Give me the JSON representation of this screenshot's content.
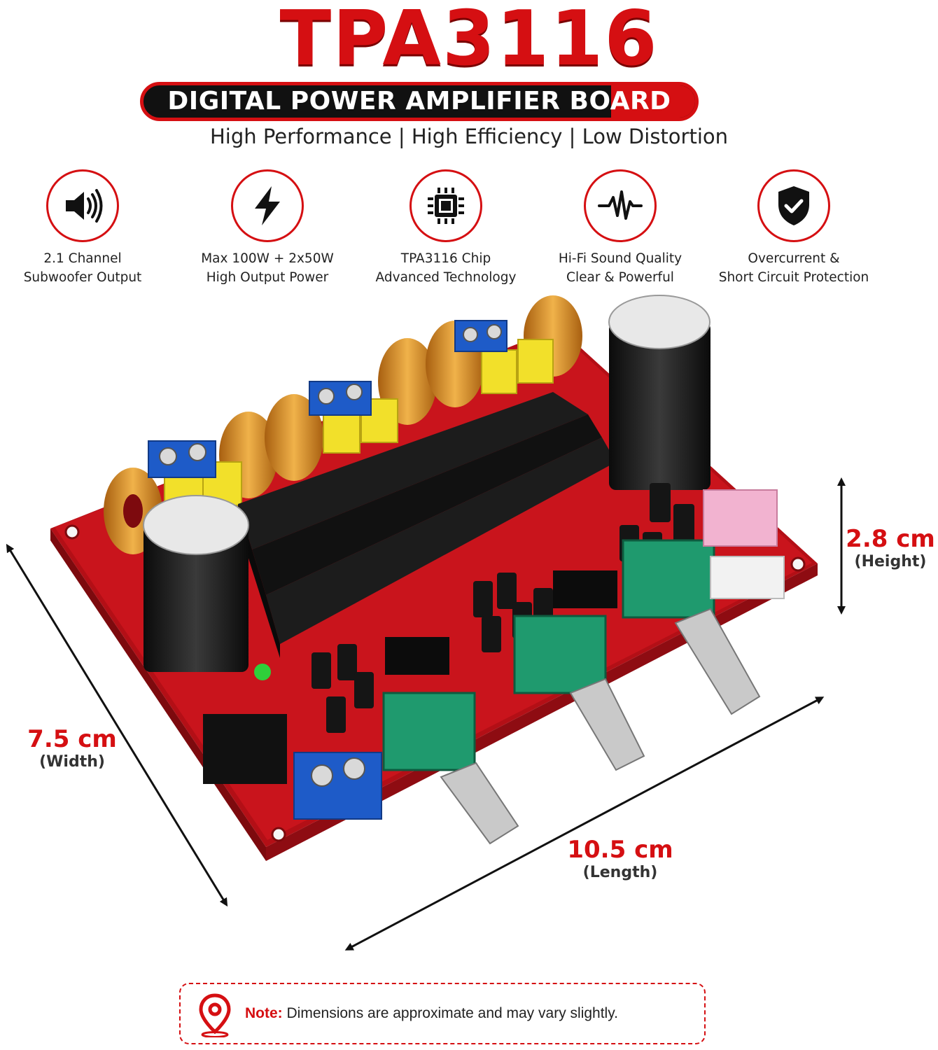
{
  "header": {
    "title": "TPA3116",
    "subtitle": "DIGITAL POWER AMPLIFIER BOARD",
    "tagline": "High Performance | High Efficiency | Low Distortion"
  },
  "features": [
    {
      "icon": "speaker-icon",
      "line1": "2.1 Channel",
      "line2": "Subwoofer Output"
    },
    {
      "icon": "lightning-bolt-icon",
      "line1": "Max 100W + 2x50W",
      "line2": "High Output Power"
    },
    {
      "icon": "chip-icon",
      "line1": "TPA3116 Chip",
      "line2": "Advanced Technology"
    },
    {
      "icon": "waveform-icon",
      "line1": "Hi-Fi Sound Quality",
      "line2": "Clear & Powerful"
    },
    {
      "icon": "shield-check-icon",
      "line1": "Overcurrent &",
      "line2": "Short Circuit Protection"
    }
  ],
  "dimensions": {
    "height": {
      "value": "2.8 cm",
      "caption": "(Height)"
    },
    "width": {
      "value": "7.5 cm",
      "caption": "(Width)"
    },
    "length": {
      "value": "10.5 cm",
      "caption": "(Length)"
    }
  },
  "note": {
    "label": "Note:",
    "text": "Dimensions are approximate and may vary slightly."
  },
  "colors": {
    "accent": "#d50f12",
    "board": "#c8141b",
    "heatsink": "#1a1a1a",
    "knob_housing": "#1f9a6e",
    "terminal": "#1e5bc8",
    "capacitor_film": "#f2e02a",
    "coil": "#d8922a"
  }
}
